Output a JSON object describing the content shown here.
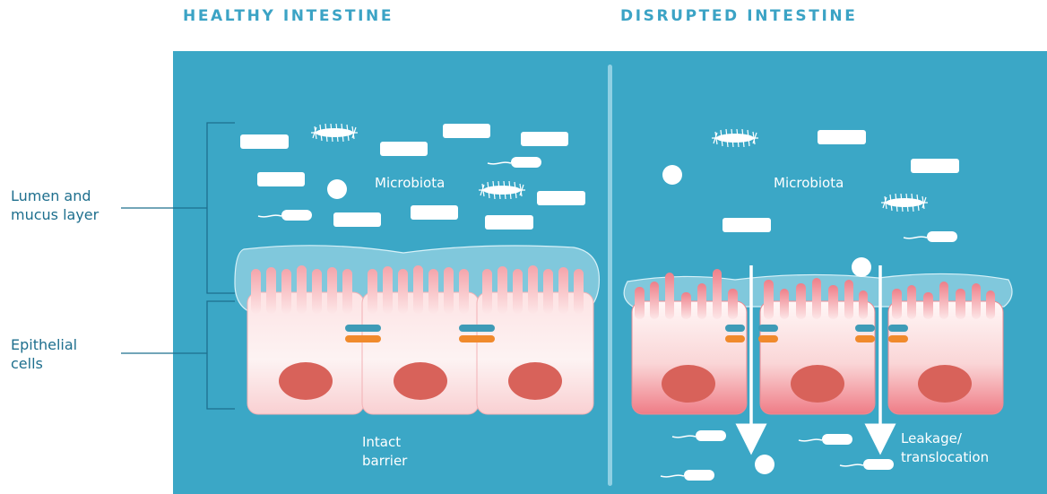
{
  "headings": {
    "healthy": "HEALTHY INTESTINE",
    "disrupted": "DISRUPTED INTESTINE"
  },
  "side_labels": {
    "lumen": [
      "Lumen and",
      "mucus layer"
    ],
    "epithelial": [
      "Epithelial",
      "cells"
    ]
  },
  "panel_labels": {
    "microbiota_left": "Microbiota",
    "microbiota_right": "Microbiota",
    "intact_barrier": [
      "Intact",
      "barrier"
    ],
    "leakage": [
      "Leakage/",
      "translocation"
    ]
  },
  "colors": {
    "panel_bg": "#3ba7c6",
    "heading": "#3ba3c5",
    "side_text": "#1e6f8e",
    "cell_pink": "#f6c4c6",
    "nucleus": "#d8625a",
    "junction_blue": "#3e9bb7",
    "junction_orange": "#f08a2c"
  }
}
